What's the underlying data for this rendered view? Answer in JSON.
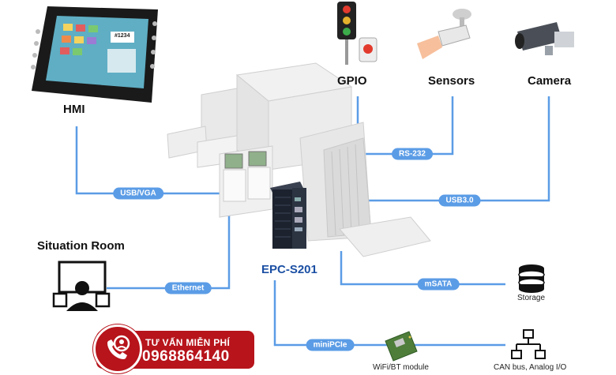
{
  "nodes": {
    "hmi": "HMI",
    "gpio": "GPIO",
    "sensors": "Sensors",
    "camera": "Camera",
    "situation_room": "Situation Room",
    "epc": "EPC-S201",
    "storage": "Storage",
    "wifi": "WiFi/BT module",
    "can": "CAN bus, Analog I/O"
  },
  "connections": {
    "usb_vga": "USB/VGA",
    "rs232": "RS-232",
    "usb3": "USB3.0",
    "ethernet": "Ethernet",
    "msata": "mSATA",
    "minipcie": "miniPCIe"
  },
  "hmi_screen_text": "#1234",
  "banner": {
    "line1": "TƯ VẤN MIỄN PHÍ",
    "line2": "0968864140"
  },
  "colors": {
    "connector": "#5b9ce6",
    "epc_label": "#1b4fa3",
    "banner": "#b7141b"
  },
  "icons": [
    "tablet-icon",
    "traffic-light-icon",
    "button-icon",
    "sensor-icon",
    "camera-icon",
    "monitor-person-icon",
    "database-icon",
    "wifi-module-icon",
    "network-icon",
    "phone-icon"
  ]
}
